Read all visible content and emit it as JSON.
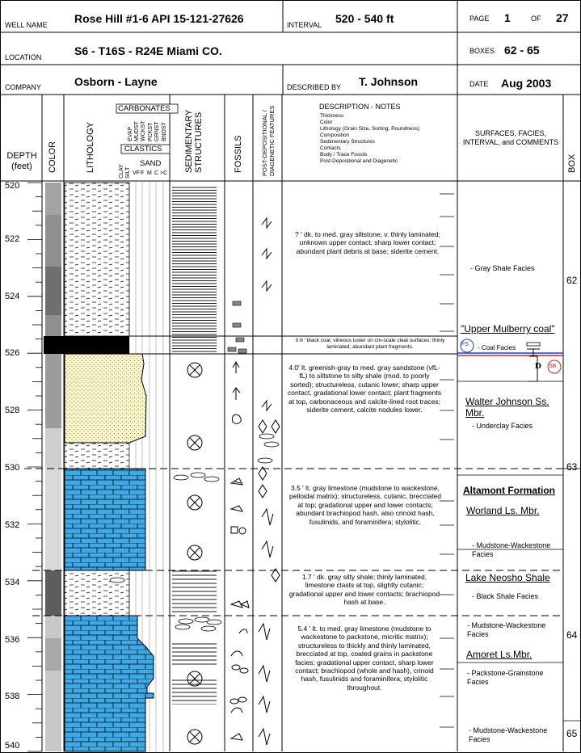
{
  "header": {
    "well_name_label": "WELL NAME",
    "well_name": "Rose Hill #1-6    API 15-121-27626",
    "interval_label": "INTERVAL",
    "interval": "520 - 540  ft",
    "page_label": "PAGE",
    "page_num": "1",
    "of_label": "OF",
    "page_total": "27",
    "location_label": "LOCATION",
    "location": "S6 - T16S - R24E   Miami CO.",
    "boxes_label": "BOXES",
    "boxes": "62 - 65",
    "company_label": "COMPANY",
    "company": "Osborn - Layne",
    "described_by_label": "DESCRIBED BY",
    "described_by": "T. Johnson",
    "date_label": "DATE",
    "date": "Aug 2003"
  },
  "columns": {
    "depth": "DEPTH",
    "depth_unit": "(feet)",
    "color": "COLOR",
    "lithology": "LITHOLOGY",
    "carbonates": "CARBONATES",
    "carb_classes": [
      "EVAP",
      "MUDST",
      "WCKST",
      "PCKST",
      "GRNST",
      "BNDST"
    ],
    "clastics": "CLASTICS",
    "sand": "SAND",
    "clay": "CLAY",
    "silt": "SILT",
    "sand_sizes": [
      "VF",
      "F",
      "M",
      "C",
      ">C"
    ],
    "sed_structures": "SEDIMENTARY STRUCTURES",
    "fossils": "FOSSILS",
    "post_dep": "POST-DEPOSITIONAL / DIAGENETIC FEATURES",
    "desc_title": "DESCRIPTION - NOTES",
    "desc_list": [
      "Thickness",
      "Color",
      "Lithology (Grain Size, Sorting, Roundness)",
      "Composition",
      "Sedimentary Structures",
      "Contacts",
      "Body / Trace Fossils",
      "Post-Depositional and Diagenetic"
    ],
    "surfaces": "SURFACES, FACIES, INTERVAL, and COMMENTS",
    "box": "BOX"
  },
  "depth_ticks": [
    "520",
    "522",
    "524",
    "526",
    "528",
    "530",
    "532",
    "534",
    "536",
    "538",
    "540"
  ],
  "descriptions": [
    "? '  dk. to med. gray siltstone; v. thinly laminated; unknown upper contact, sharp lower contact; abundant plant debris at base; siderite cement.",
    "0.6 '  black coal; vitreous luster on cm-scale cleat surfaces; thinly laminated; abundant plant fragments.",
    "4.0'  lt. greenish-gray to med. gray sandstone (vfL-fL) to siltstone to silty shale (mod. to poorly sorted); structureless, cutanic lower; sharp upper contact, gradational lower contact; plant fragments at top, carbonaceous and calcite-lined root traces; siderite cement, calcite nodules lower.",
    "3.5 '  lt. gray limestone (mudstone to wackestone, pelloidal matrix); structureless, cutanic, brecciated at top; gradational upper and lower contacts; abundant brachiopod hash, also crinoid hash, fusulinids, and foraminifera; stylolitic.",
    "1.7 '  dk. gray silty shale; thinly laminated, limestone clasts at top, slightly cutanic; gradational upper and lower contacts; brachiopod hash at base.",
    "5.4 '  lt. to med. gray limestone (mudstone to wackestone to packstone, micritic matrix); structureless to thickly and thinly laminated, brecciated at top, coated grains in packstone facies; gradational upper contact, sharp lower contact; brachiopod (whole and hash), crinoid hash, fusulinids and foraminifera; stylolitic throughout."
  ],
  "facies": {
    "gray_shale": "- Gray Shale Facies",
    "upper_mulberry": "\"Upper Mulberry coal\"",
    "fs": "FS",
    "coal_facies": "- Coal Facies",
    "sb": "SB",
    "d": "D",
    "walter_johnson": "Walter Johnson Ss. Mbr.",
    "underclay": "- Underclay Facies",
    "altamont": "Altamont Formation",
    "worland": "Worland Ls. Mbr.",
    "mudstone_wackestone_1": "- Mudstone-Wackestone Facies",
    "lake_neosho": "Lake Neosho Shale",
    "black_shale": "- Black Shale Facies",
    "mudstone_wackestone_2": "- Mudstone-Wackestone Facies",
    "amoret": "Amoret Ls.Mbr.",
    "packstone_grainstone": "- Packstone-Grainstone Facies",
    "mudstone_wackestone_3": "- Mudstone-Wackestone Facies"
  },
  "boxes": [
    "62",
    "63",
    "64",
    "65"
  ]
}
